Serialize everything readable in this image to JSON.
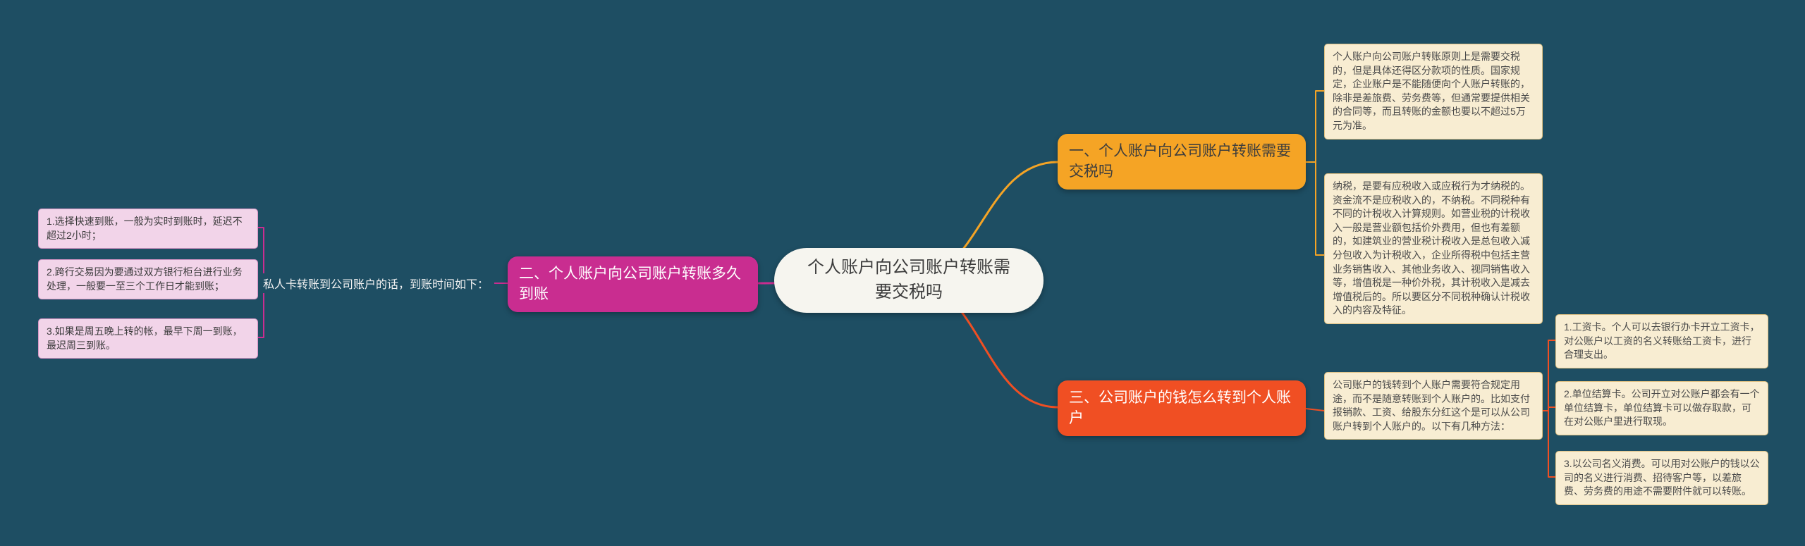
{
  "colors": {
    "bg": "#1e4e63",
    "orange": "#f5a425",
    "magenta": "#c92d90",
    "red": "#f04f23",
    "cream-bg": "#f8edd2",
    "cream-border": "#dfc183",
    "pink-bg": "#f2d4e9",
    "pink-border": "#d795c5",
    "center-bg": "#f6f5ef",
    "dark-text": "#3d3d3d"
  },
  "center": {
    "title": "个人账户向公司账户转账需要交税吗"
  },
  "branch_tax": {
    "title": "一、个人账户向公司账户转账需要交税吗",
    "notes": [
      "个人账户向公司账户转账原则上是需要交税的，但是具体还得区分款项的性质。国家规定，企业账户是不能随便向个人账户转账的，除非是差旅费、劳务费等，但通常要提供相关的合同等，而且转账的金额也要以不超过5万元为准。",
      "纳税，是要有应税收入或应税行为才纳税的。资金流不是应税收入的，不纳税。不同税种有不同的计税收入计算规则。如营业税的计税收入一般是营业额包括价外费用，但也有差额的，如建筑业的营业税计税收入是总包收入减分包收入为计税收入，企业所得税中包括主营业务销售收入、其他业务收入、视同销售收入等，增值税是一种价外税，其计税收入是减去增值税后的。所以要区分不同税种确认计税收入的内容及特征。"
    ]
  },
  "branch_time": {
    "title": "二、个人账户向公司账户转账多久到账",
    "edge_label": "私人卡转账到公司账户的话，到账时间如下：",
    "notes": [
      "1.选择快速到账，一般为实时到账时，延迟不超过2小时；",
      "2.跨行交易因为要通过双方银行柜台进行业务处理，一般要一至三个工作日才能到账；",
      "3.如果是周五晚上转的帐，最早下周一到账，最迟周三到账。"
    ]
  },
  "branch_withdraw": {
    "title": "三、公司账户的钱怎么转到个人账户",
    "summary": "公司账户的钱转到个人账户需要符合规定用途，而不是随意转账到个人账户的。比如支付报销款、工资、给股东分红这个是可以从公司账户转到个人账户的。以下有几种方法：",
    "notes": [
      "1.工资卡。个人可以去银行办卡开立工资卡，对公账户以工资的名义转账给工资卡，进行合理支出。",
      "2.单位结算卡。公司开立对公账户都会有一个单位结算卡，单位结算卡可以做存取款，可在对公账户里进行取现。",
      "3.以公司名义消费。可以用对公账户的钱以公司的名义进行消费、招待客户等，以差旅费、劳务费的用途不需要附件就可以转账。"
    ]
  }
}
